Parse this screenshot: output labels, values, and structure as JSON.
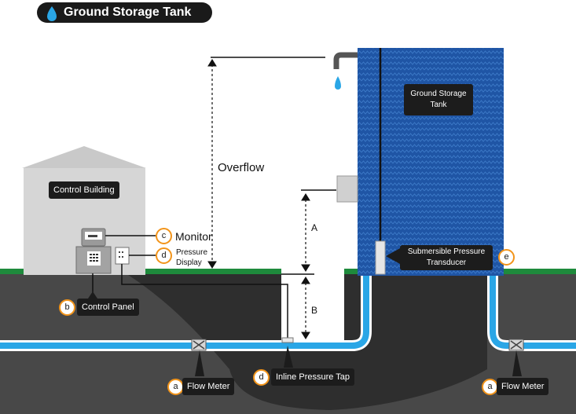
{
  "title": "Ground Storage Tank",
  "labels": {
    "tank": "Ground Storage Tank",
    "control_building": "Control Building",
    "overflow": "Overflow",
    "dim_a": "A",
    "dim_b": "B",
    "monitor": "Monitor",
    "pressure_display": "Pressure Display",
    "control_panel": "Control Panel",
    "submersible": "Submersible Pressure Transducer",
    "flow_meter": "Flow Meter",
    "inline_tap": "Inline Pressure Tap"
  },
  "badges": {
    "monitor": "c",
    "pressure_display": "d",
    "control_panel": "b",
    "submersible": "e",
    "flow_meter_left": "a",
    "inline_tap": "d",
    "flow_meter_right": "a"
  },
  "colors": {
    "water_blue": "#1f55a5",
    "pipe_blue": "#2aa6e6",
    "ground": "#484848",
    "ground_dark": "#2e2e2e",
    "grass": "#1e8a3c",
    "badge_orange": "#f2941a",
    "building": "#d6d6d6"
  }
}
